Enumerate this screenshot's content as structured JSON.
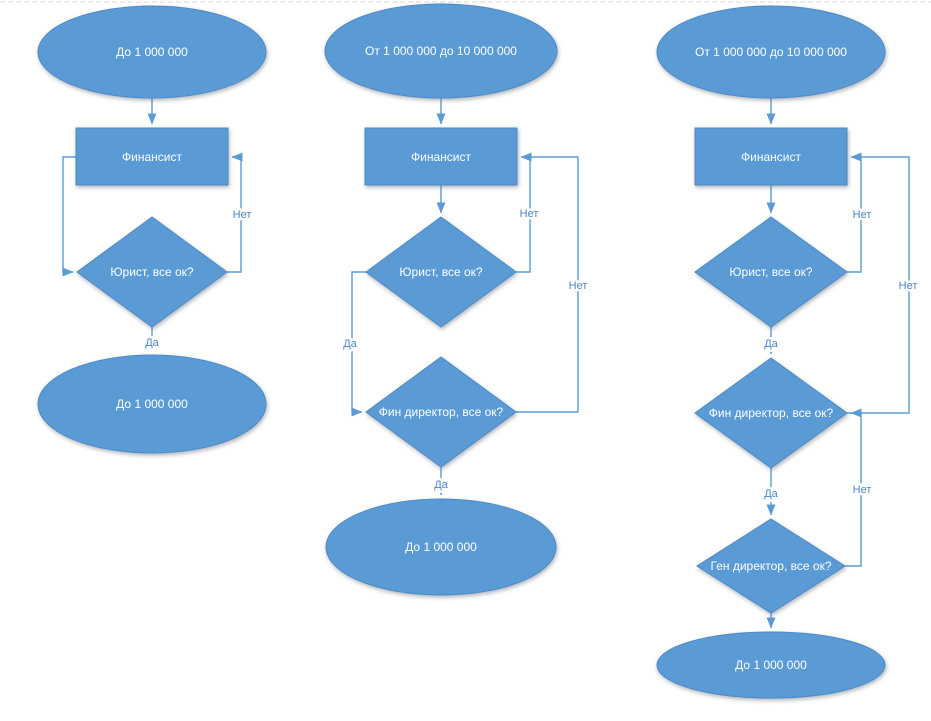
{
  "flowchart": {
    "colors": {
      "shape_fill": "#5b9bd5",
      "shape_border": "#4e8ac8",
      "connector": "#5b9bd5",
      "edge_label_text": "#4a86c8",
      "shape_text": "#ffffff",
      "page_break_line": "#d9d9d9",
      "background": "#ffffff"
    },
    "columns": [
      {
        "id": "flow-up-to-1m",
        "start": "До 1 000 000",
        "process": "Финансист",
        "decision1": "Юрист, все ок?",
        "end": "До 1 000 000",
        "label_no1": "Нет",
        "label_yes1": "Да"
      },
      {
        "id": "flow-1m-to-10m",
        "start": "От 1 000 000 до 10 000 000",
        "process": "Финансист",
        "decision1": "Юрист, все ок?",
        "decision2": "Фин директор, все ок?",
        "end": "До 1 000 000",
        "label_no1": "Нет",
        "label_no2": "Нет",
        "label_yes1": "Да",
        "label_yes2": "Да"
      },
      {
        "id": "flow-1m-to-10m-extended",
        "start": "От 1 000 000 до 10 000 000",
        "process": "Финансист",
        "decision1": "Юрист, все ок?",
        "decision2": "Фин директор, все ок?",
        "decision3": "Ген директор, все ок?",
        "end": "До 1 000 000",
        "label_no1": "Нет",
        "label_no2": "Нет",
        "label_no3": "Нет",
        "label_yes1": "Да",
        "label_yes2": "Да"
      }
    ]
  }
}
